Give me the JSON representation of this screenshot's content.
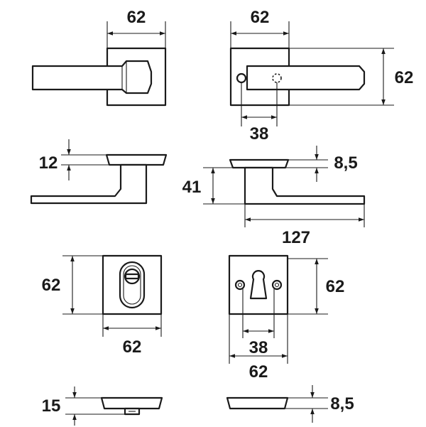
{
  "dimensions": {
    "lever_top_width": "62",
    "lever_front_width": "62",
    "lever_front_height": "62",
    "lever_front_spindle": "38",
    "side_rose_height": "12",
    "side_b_rose_height": "8,5",
    "side_b_lever_height": "41",
    "lever_length": "127",
    "pz_rose_height": "62",
    "pz_rose_width": "62",
    "euro_rose_height": "62",
    "euro_spacing": "38",
    "euro_rose_width": "62",
    "bottom_left_height": "15",
    "bottom_right_height": "8,5"
  }
}
